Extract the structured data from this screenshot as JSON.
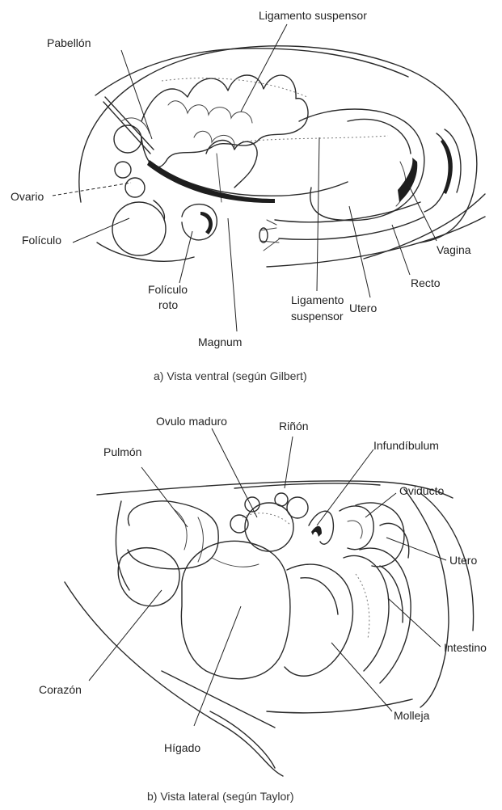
{
  "panel_a": {
    "caption": "a) Vista ventral (según Gilbert)",
    "labels": {
      "ligamento_top": "Ligamento suspensor",
      "pabellon": "Pabellón",
      "ovario": "Ovario",
      "foliculo": "Folículo",
      "foliculo_roto_1": "Folículo",
      "foliculo_roto_2": "roto",
      "magnum": "Magnum",
      "ligamento_bottom_1": "Ligamento",
      "ligamento_bottom_2": "suspensor",
      "utero": "Utero",
      "recto": "Recto",
      "vagina": "Vagina"
    }
  },
  "panel_b": {
    "caption": "b) Vista lateral (según Taylor)",
    "labels": {
      "ovulo": "Ovulo maduro",
      "rinon": "Riñón",
      "pulmon": "Pulmón",
      "infundibulum": "Infundíbulum",
      "oviducto": "Oviducto",
      "utero": "Utero",
      "intestino": "Intestino",
      "corazon": "Corazón",
      "molleja": "Molleja",
      "higado": "Hígado"
    }
  }
}
